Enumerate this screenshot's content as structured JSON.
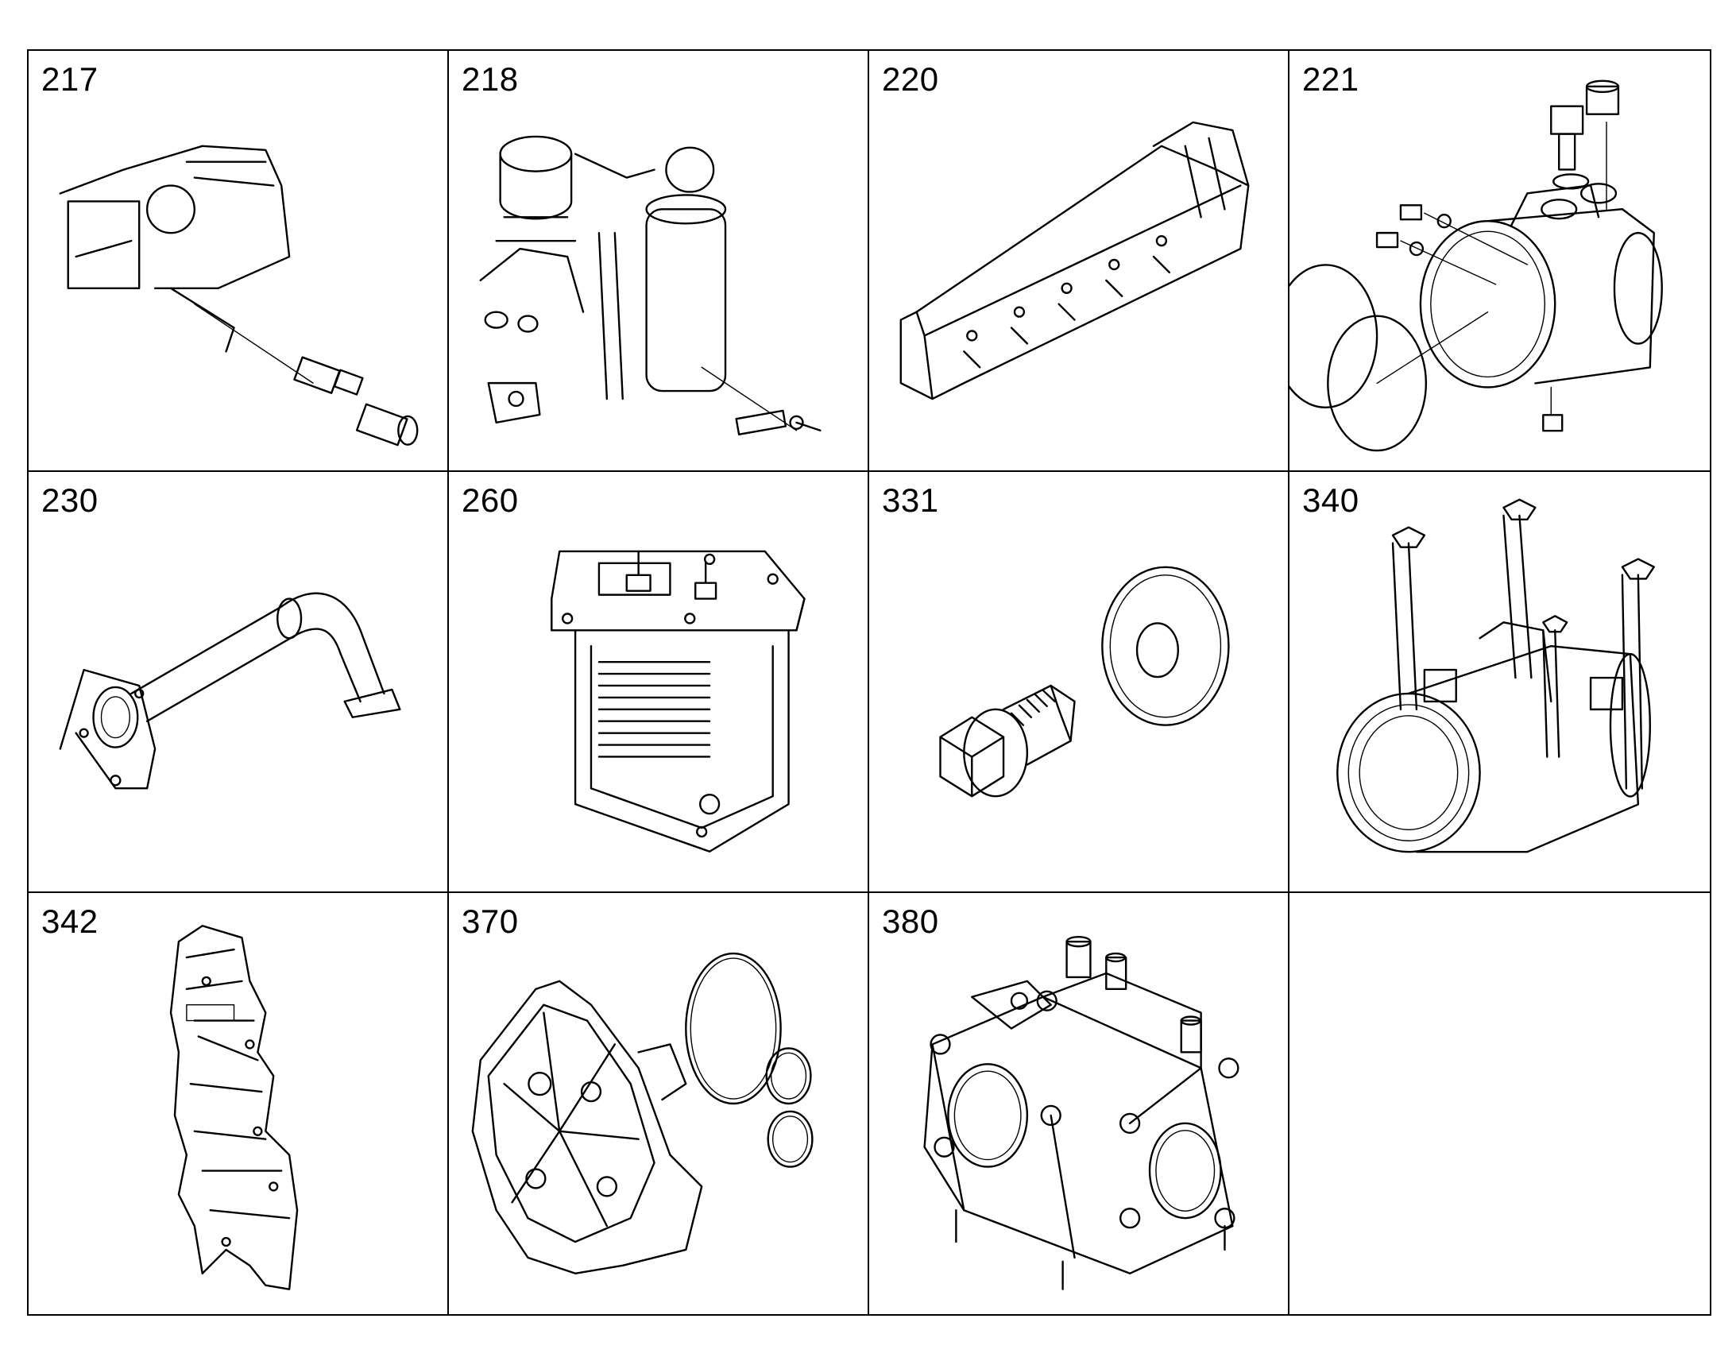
{
  "parts": [
    {
      "number": "217",
      "icon": "fuel-pump-fitting-icon"
    },
    {
      "number": "218",
      "icon": "filter-assembly-icon"
    },
    {
      "number": "220",
      "icon": "intake-manifold-icon"
    },
    {
      "number": "221",
      "icon": "housing-with-plugs-icon"
    },
    {
      "number": "230",
      "icon": "exhaust-pipe-icon"
    },
    {
      "number": "260",
      "icon": "heater-element-icon"
    },
    {
      "number": "331",
      "icon": "bolt-and-washer-icon"
    },
    {
      "number": "340",
      "icon": "ac-compressor-icon"
    },
    {
      "number": "342",
      "icon": "cover-plate-icon"
    },
    {
      "number": "370",
      "icon": "cover-with-seals-icon"
    },
    {
      "number": "380",
      "icon": "valve-housing-icon"
    },
    {
      "number": "",
      "icon": ""
    }
  ]
}
